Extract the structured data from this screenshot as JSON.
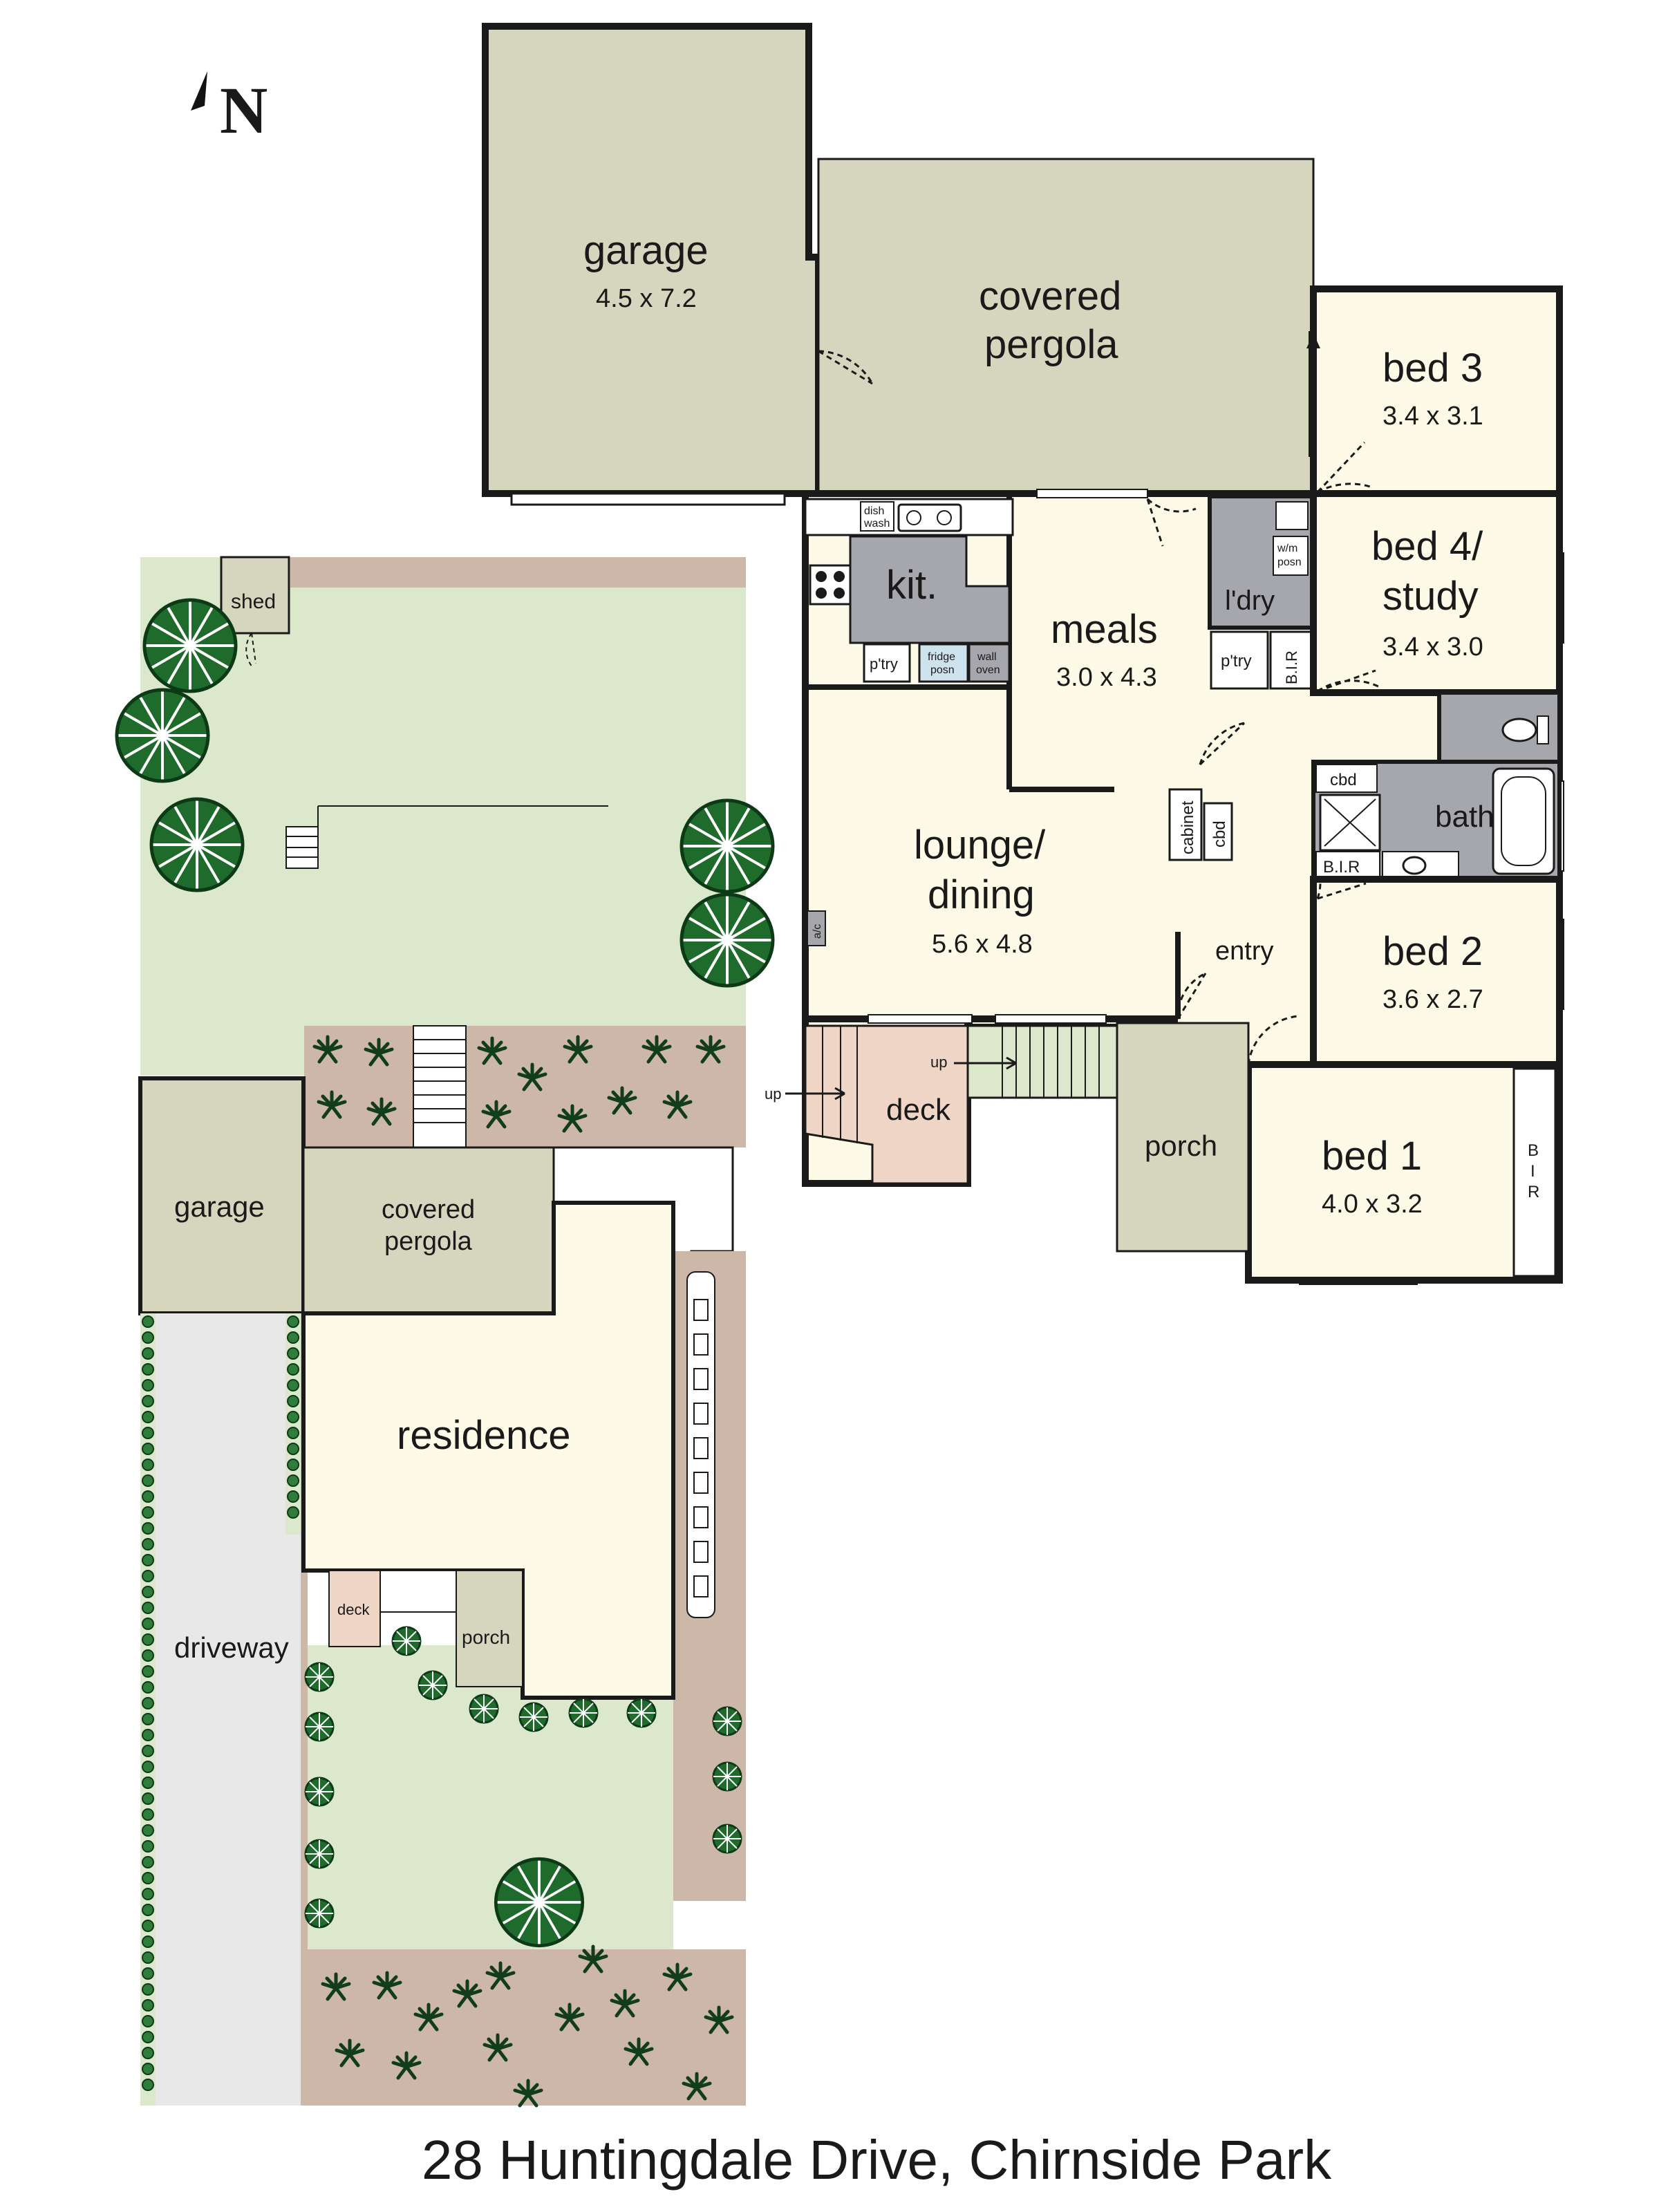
{
  "address": "28 Huntingdale Drive, Chirnside Park",
  "north": "N",
  "floor_plan": {
    "garage": {
      "label": "garage",
      "dims": "4.5 x 7.2"
    },
    "covered_pergola": {
      "line1": "covered",
      "line2": "pergola"
    },
    "kitchen": {
      "label": "kit."
    },
    "meals": {
      "label": "meals",
      "dims": "3.0 x 4.3"
    },
    "laundry": {
      "label": "l'dry"
    },
    "bed3": {
      "label": "bed 3",
      "dims": "3.4 x 3.1"
    },
    "bed4": {
      "line1": "bed 4/",
      "line2": "study",
      "dims": "3.4 x 3.0"
    },
    "lounge": {
      "line1": "lounge/",
      "line2": "dining",
      "dims": "5.6 x 4.8"
    },
    "bath": {
      "label": "bath"
    },
    "bed2": {
      "label": "bed 2",
      "dims": "3.6 x 2.7"
    },
    "entry": {
      "label": "entry"
    },
    "bed1": {
      "label": "bed 1",
      "dims": "4.0 x 3.2"
    },
    "deck": {
      "label": "deck"
    },
    "porch": {
      "label": "porch"
    },
    "fixtures": {
      "pantry": "p'try",
      "pantry2": "p'try",
      "fridge_line1": "fridge",
      "fridge_line2": "posn",
      "wall_oven_line1": "wall",
      "wall_oven_line2": "oven",
      "dishwash_line1": "dish",
      "dishwash_line2": "wash",
      "washer_line1": "w/m",
      "washer_line2": "posn",
      "bir": "B.I.R",
      "bir2": "B.I.R",
      "bir3_l1": "B",
      "bir3_l2": "I",
      "bir3_l3": "R",
      "cbd": "cbd",
      "cbd2": "cbd",
      "cabinet": "cabinet",
      "ac": "a/c",
      "up1": "up",
      "up2": "up"
    }
  },
  "site_plan": {
    "shed": "shed",
    "garage": "garage",
    "covered_pergola": {
      "line1": "covered",
      "line2": "pergola"
    },
    "residence": "residence",
    "driveway": "driveway",
    "deck": "deck",
    "porch": "porch"
  },
  "colors": {
    "wall": "#1a1a1a",
    "garage_fill": "#d6d6bf",
    "interior": "#fdfbe7",
    "wet_area": "#a6a6ad",
    "lawn": "#dbe8cb",
    "garden_bed": "#cdb7a8",
    "deck": "#efd5c5",
    "tree": "#1e6b2c"
  }
}
